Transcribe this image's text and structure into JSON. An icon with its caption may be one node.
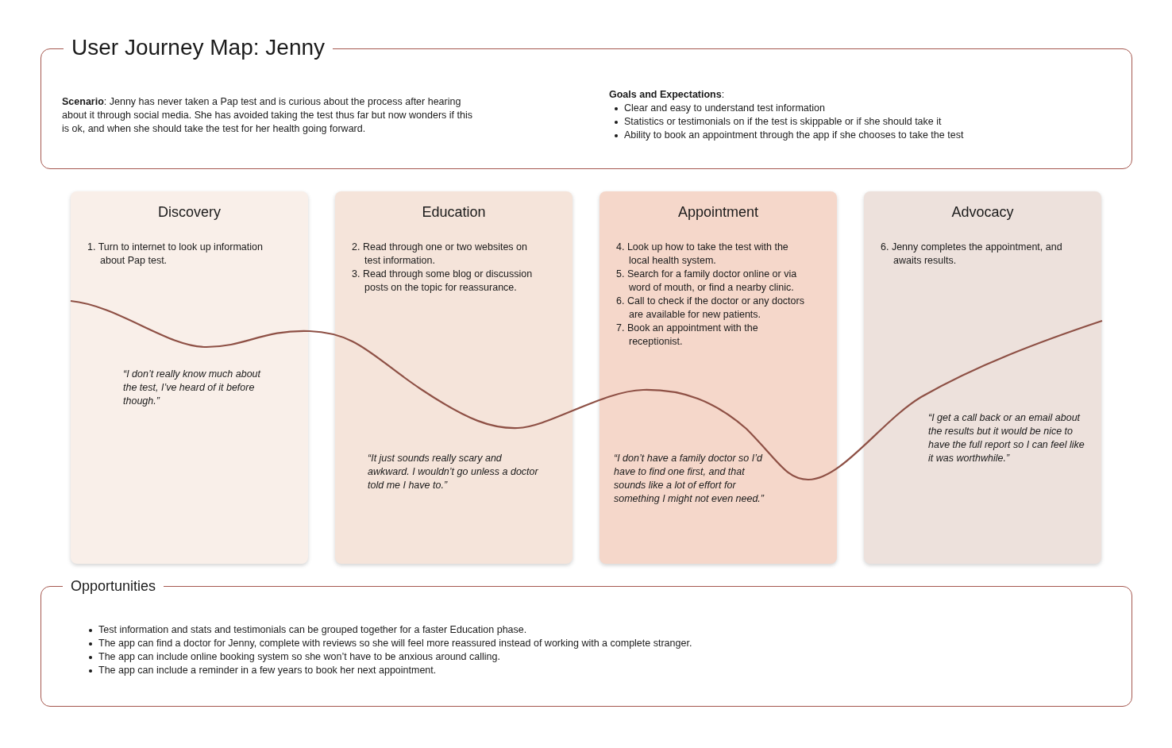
{
  "diagram": {
    "title": "User Journey Map: Jenny",
    "nodes": [
      {
        "text": [
          "**Scenario**: Jenny has never taken a Pap test and is curious about the process after hearing about it through social media. She has avoided taking the test thus far but now wonders if this is ok, and when she should take the test for her health going forward.",
          "**Goals and Expectations**:",
          "Clear and easy to understand test information",
          "Statistics or testimonials on if the test is skippable or if she should take it",
          "Ability to book an appointment through the app if she chooses to take the test"
        ]
      },
      {
        "text": [
          "Discovery",
          "1. Turn to internet to look up information about Pap test.",
          "“I don’t really know much about the test, I’ve heard of it before though.”"
        ]
      },
      {
        "text": [
          "Education",
          "2. Read through one or two websites on test information.",
          "3. Read through some blog or discussion posts on the topic for reassurance.",
          "“It just sounds really scary and awkward. I wouldn’t go unless a doctor told me I have to.”"
        ]
      },
      {
        "text": [
          "Appointment",
          "4. Look up how to take the test with the local health system.",
          "5. Search for a family doctor online or via word of mouth, or find a nearby clinic.",
          "6. Call to check if the doctor or any doctors are available for new patients.",
          "7. Book an appointment with the receptionist.",
          "“I don’t have a family doctor so I’d have to find one first, and that sounds like a lot of effort for something I might not even need.”"
        ]
      },
      {
        "text": [
          "Advocacy",
          "6. Jenny completes the appointment, and awaits results.",
          "“I get a call back or an email about the results but it would be nice to have the full report so I can feel like it was worthwhile.”"
        ]
      },
      {
        "text": [
          "Opportunities",
          "Test information and stats and testimonials can be grouped together for a faster Education phase.",
          "The app can find a doctor for Jenny, complete with reviews so she will feel more reassured instead of working with a complete stranger.",
          "The app can include online booking system so she won’t have to be anxious around calling.",
          "The app can include a reminder in a few years to book her next appointment."
        ]
      }
    ]
  }
}
